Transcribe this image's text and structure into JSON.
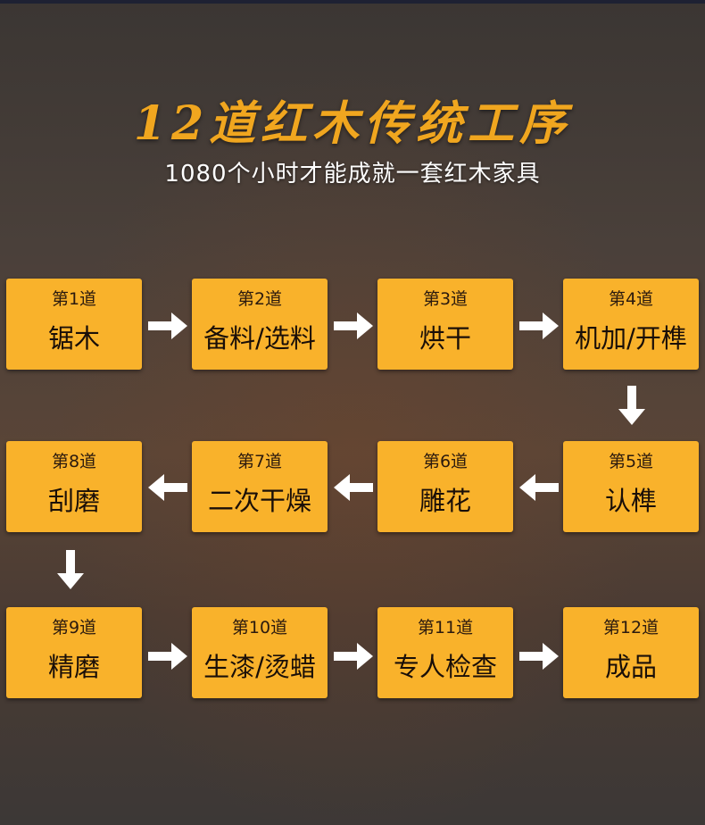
{
  "title": "12道红木传统工序",
  "subtitle": "1080个小时才能成就一套红木家具",
  "steps": [
    {
      "num": "第1道",
      "name": "锯木"
    },
    {
      "num": "第2道",
      "name": "备料/选料"
    },
    {
      "num": "第3道",
      "name": "烘干"
    },
    {
      "num": "第4道",
      "name": "机加/开榫"
    },
    {
      "num": "第5道",
      "name": "认榫"
    },
    {
      "num": "第6道",
      "name": "雕花"
    },
    {
      "num": "第7道",
      "name": "二次干燥"
    },
    {
      "num": "第8道",
      "name": "刮磨"
    },
    {
      "num": "第9道",
      "name": "精磨"
    },
    {
      "num": "第10道",
      "name": "生漆/烫蜡"
    },
    {
      "num": "第11道",
      "name": "专人检查"
    },
    {
      "num": "第12道",
      "name": "成品"
    }
  ],
  "colors": {
    "box": "#f9b22b",
    "title": "#f0a61f",
    "arrow": "#ffffff"
  },
  "icons": {
    "arrow": "flow-arrow-icon"
  }
}
